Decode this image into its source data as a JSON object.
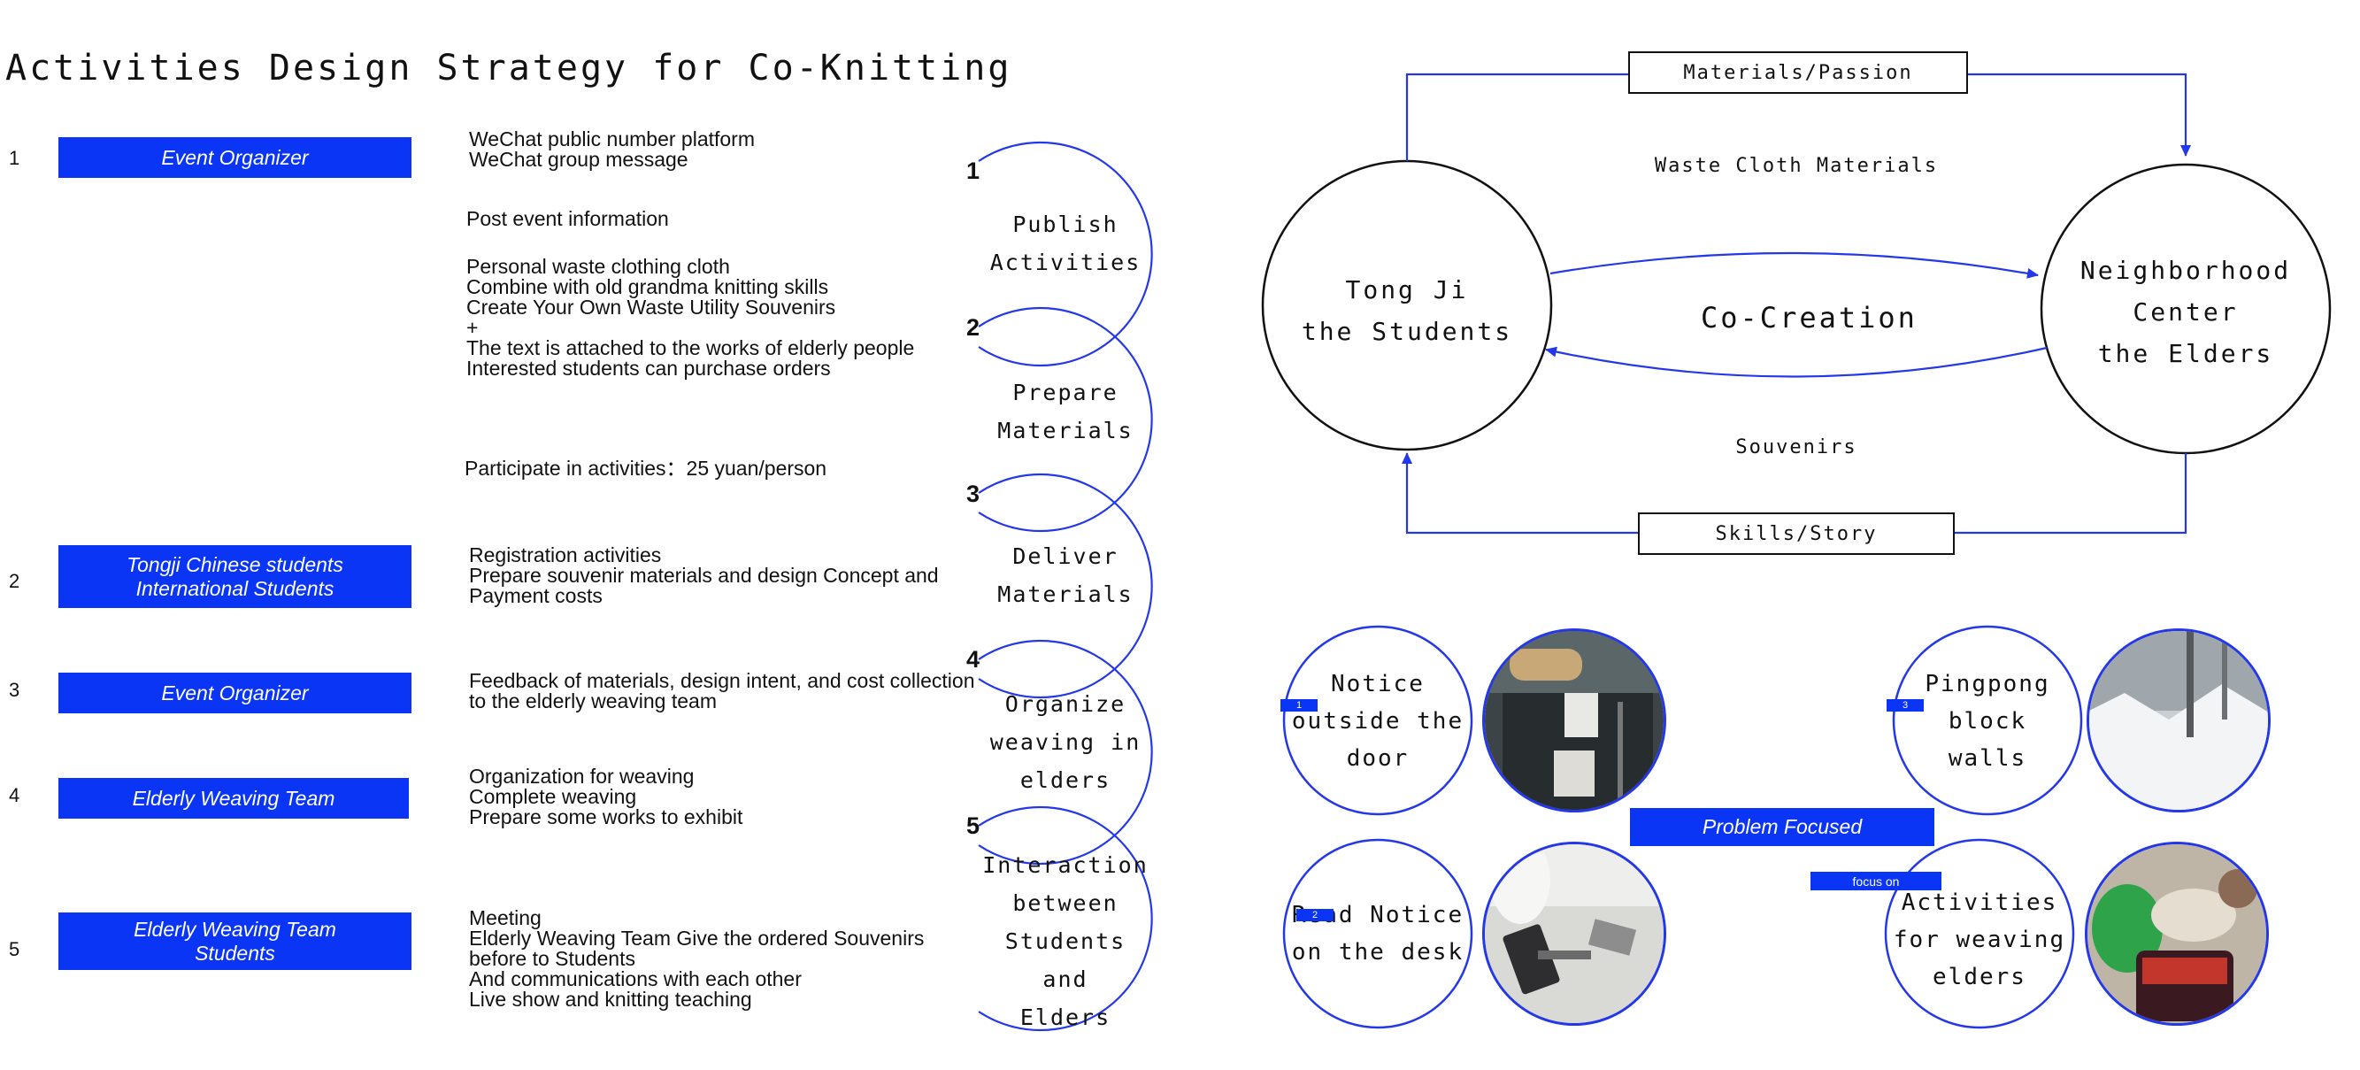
{
  "title": "Activities Design Strategy for Co-Knitting",
  "colors": {
    "accent": "#0a35f5",
    "line": "#2438e8",
    "text": "#111111"
  },
  "rows": [
    {
      "num": "1",
      "box": [
        "Event Organizer"
      ]
    },
    {
      "num": "2",
      "box": [
        "Tongji Chinese students",
        "International Students"
      ]
    },
    {
      "num": "3",
      "box": [
        "Event Organizer"
      ]
    },
    {
      "num": "4",
      "box": [
        "Elderly Weaving Team"
      ]
    },
    {
      "num": "5",
      "box": [
        "Elderly Weaving Team",
        "Students"
      ]
    }
  ],
  "texts": {
    "t1": [
      "WeChat public number platform",
      "WeChat group message"
    ],
    "t1b": [
      "Post event information"
    ],
    "t1c": [
      "Personal waste clothing cloth",
      "Combine with old grandma knitting skills",
      "Create Your Own Waste Utility Souvenirs",
      "+",
      "The text is attached to the works of elderly people",
      "Interested students can purchase orders"
    ],
    "t1d": [
      "Participate in activities：25 yuan/person"
    ],
    "t2": [
      "Registration activities",
      "Prepare souvenir materials and design  Concept and",
      "Payment costs"
    ],
    "t3": [
      "Feedback of materials, design intent, and cost collection",
      "to the elderly weaving team"
    ],
    "t4": [
      "Organization for weaving",
      "Complete weaving",
      "Prepare some works to exhibit"
    ],
    "t5": [
      "Meeting",
      "Elderly Weaving Team Give the ordered Souvenirs",
      "before to Students",
      "And communications with each other",
      "Live show and knitting teaching"
    ]
  },
  "steps": [
    {
      "num": "1",
      "label": [
        "Publish",
        "Activities"
      ]
    },
    {
      "num": "2",
      "label": [
        "Prepare",
        "Materials"
      ]
    },
    {
      "num": "3",
      "label": [
        "Deliver",
        "Materials"
      ]
    },
    {
      "num": "4",
      "label": [
        "Organize",
        "weaving in",
        "elders"
      ]
    },
    {
      "num": "5",
      "label": [
        "Interaction",
        "between",
        "Students and",
        "Elders"
      ]
    }
  ],
  "flow": {
    "top_box": "Materials/Passion",
    "bottom_box": "Skills/Story",
    "top_text": "Waste Cloth Materials",
    "bottom_text": "Souvenirs",
    "center_text": "Co-Creation",
    "left_circle": [
      "Tong Ji",
      "the Students"
    ],
    "right_circle": [
      "Neighborhood",
      "Center",
      "the Elders"
    ]
  },
  "problems": [
    {
      "tag": "1",
      "label": [
        "Notice",
        "outside the",
        "door"
      ],
      "photo_icon": "door-notice-photo"
    },
    {
      "tag": "2",
      "label": [
        "Read Notice",
        "on the desk"
      ],
      "photo_icon": "desk-notice-photo"
    },
    {
      "tag": "3",
      "label": [
        "Pingpong",
        "block",
        "walls"
      ],
      "photo_icon": "pingpong-wall-photo"
    },
    {
      "tag": "focus on",
      "label": [
        "Activities",
        "for weaving",
        "elders"
      ],
      "photo_icon": "weaving-photo"
    }
  ],
  "problem_focused": "Problem Focused"
}
